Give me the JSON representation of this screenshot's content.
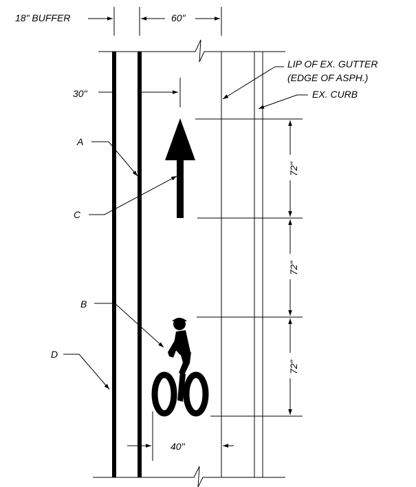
{
  "dimensions": {
    "buffer": "18\" BUFFER",
    "lane_width": "60\"",
    "arrow_offset": "30\"",
    "segment_1": "72\"",
    "segment_2": "72\"",
    "segment_3": "72\"",
    "symbol_offset": "40\""
  },
  "callouts": {
    "lip_line1": "LIP OF EX. GUTTER",
    "lip_line2": "(EDGE OF ASPH.)",
    "curb": "EX. CURB",
    "a": "A",
    "b": "B",
    "c": "C",
    "d": "D"
  },
  "symbols": {
    "arrow": "arrow-icon",
    "bicyclist": "bicyclist-icon"
  },
  "colors": {
    "line": "#000000",
    "background": "#ffffff"
  }
}
